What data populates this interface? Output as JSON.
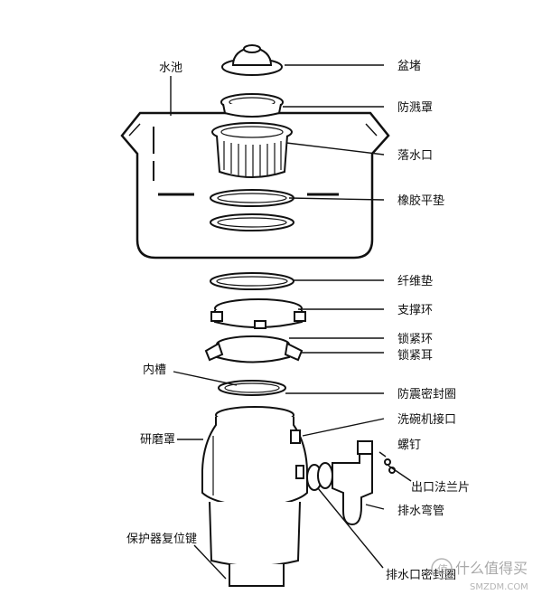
{
  "labels": {
    "sink": "水池",
    "plug": "盆堵",
    "splash_guard": "防溅罩",
    "drain_outlet": "落水口",
    "rubber_gasket": "橡胶平垫",
    "fiber_gasket": "纤维垫",
    "support_ring": "支撑环",
    "lock_ring": "锁紧环",
    "lock_ears": "锁紧耳",
    "inner_tank": "内槽",
    "antivib_seal": "防震密封圈",
    "dishwasher_inlet": "洗碗机接口",
    "grind_cover": "研磨罩",
    "screw": "螺钉",
    "outlet_flange": "出口法兰片",
    "drain_elbow": "排水弯管",
    "reset_button": "保护器复位键",
    "outlet_seal": "排水口密封圈"
  },
  "watermark": {
    "text": "什么值得买",
    "sub": "SMZDM.COM"
  },
  "colors": {
    "line": "#111111",
    "background": "#ffffff",
    "watermark": "#9a9a9a"
  }
}
